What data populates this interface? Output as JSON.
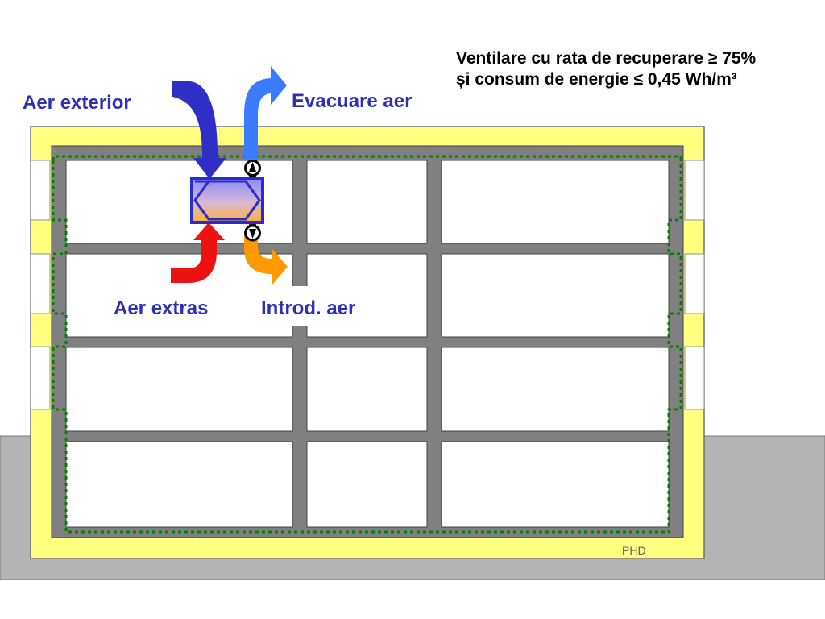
{
  "caption": {
    "line1": "Ventilare cu rata de recuperare ≥ 75%",
    "line2": "și consum de energie ≤ 0,45 Wh/m³"
  },
  "labels": {
    "outdoor_air": "Aer exterior",
    "exhaust_air": "Evacuare aer",
    "extract_air": "Aer extras",
    "supply_air": "Introd. aer"
  },
  "watermark": "PHD",
  "colors": {
    "insulation": "#ffff80",
    "structure": "#808080",
    "ground": "#b4b4b4",
    "airtight_line": "#008000",
    "label_blue": "#2e2eb8",
    "outdoor_arrow": "#2f2fc8",
    "exhaust_arrow": "#3a7bff",
    "extract_arrow": "#ee1111",
    "supply_arrow": "#ff9900",
    "hrv_unit": "#5d5df0"
  },
  "icons": {
    "fan": "fan-icon",
    "heat_exchanger": "heat-recovery-unit-icon"
  }
}
